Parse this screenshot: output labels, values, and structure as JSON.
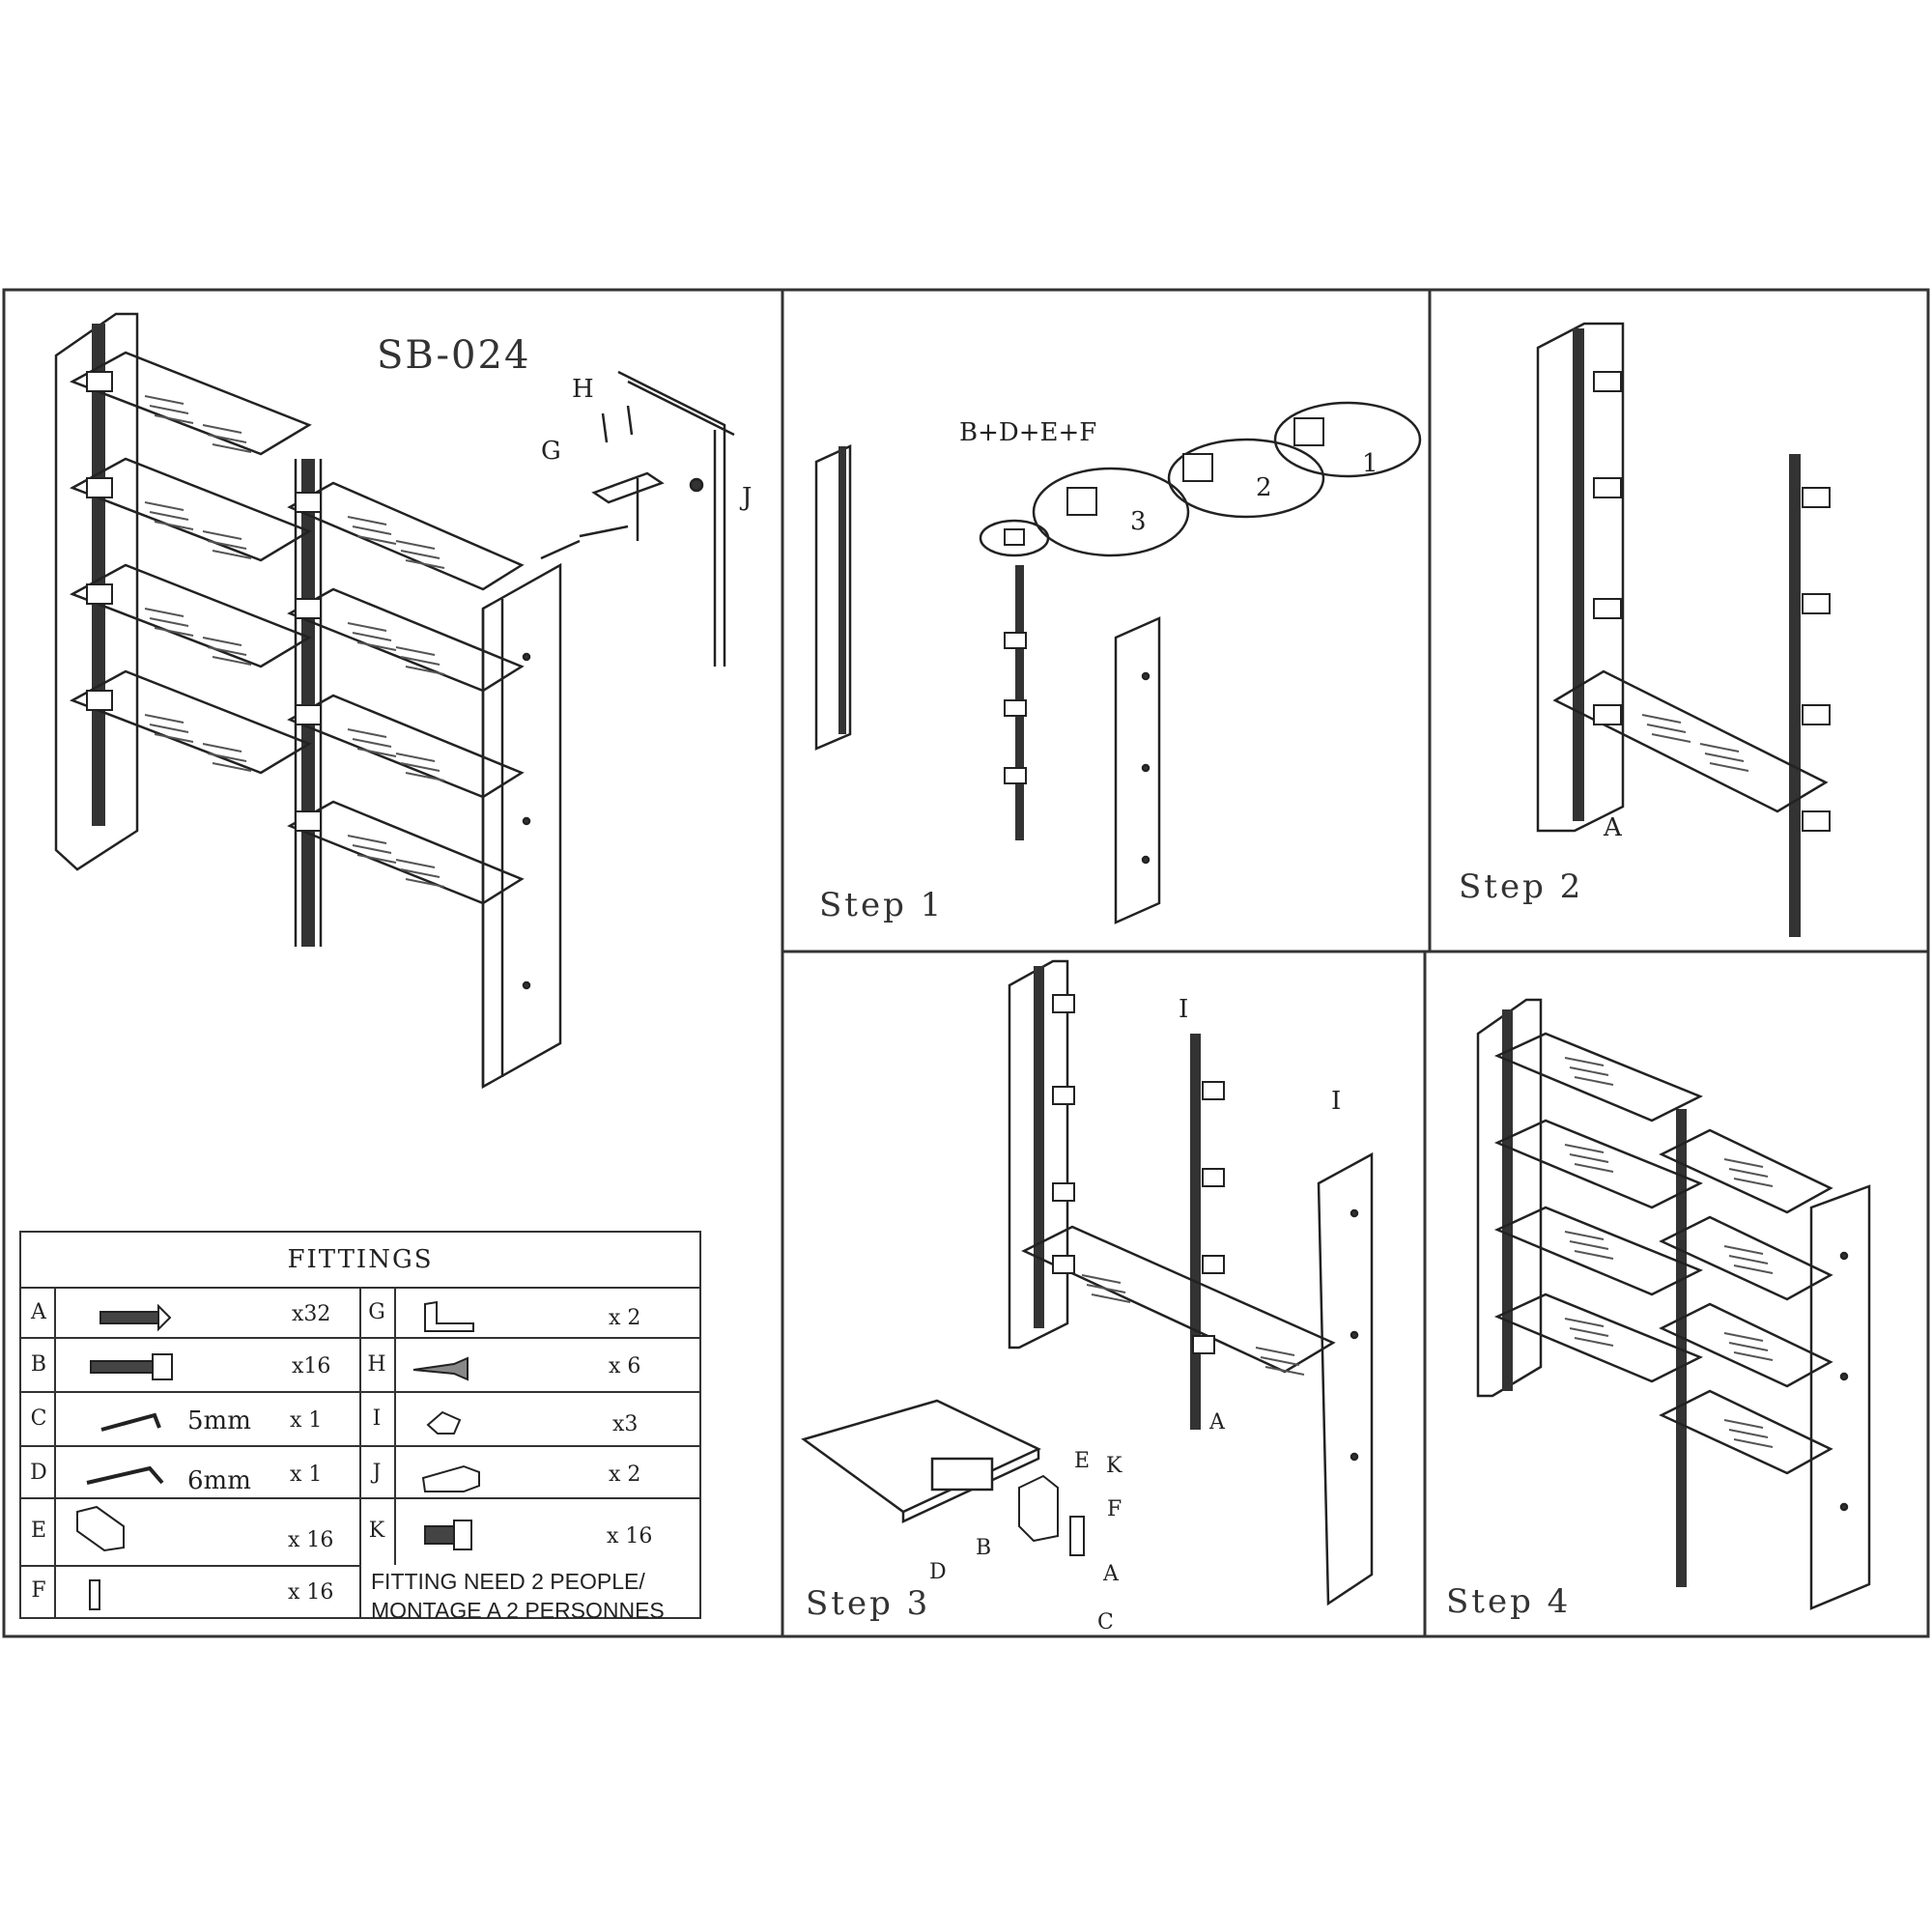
{
  "model_code": "SB-024",
  "steps": [
    "Step 1",
    "Step 2",
    "Step 3",
    "Step 4"
  ],
  "callouts": {
    "main": [
      "H",
      "G",
      "J"
    ],
    "step1_combo": "B+D+E+F",
    "step1_numbers": [
      "3",
      "2",
      "1"
    ],
    "step2": [
      "A"
    ],
    "step3": [
      "I",
      "I",
      "A",
      "E",
      "K",
      "F",
      "A",
      "C",
      "D",
      "B"
    ]
  },
  "fittings": {
    "title": "FITTINGS",
    "left": [
      {
        "letter": "A",
        "qty": "x32",
        "icon": "countersunk-bolt-icon"
      },
      {
        "letter": "B",
        "qty": "x16",
        "icon": "cap-bolt-icon"
      },
      {
        "letter": "C",
        "size": "5mm",
        "qty": "x 1",
        "icon": "allen-key-icon"
      },
      {
        "letter": "D",
        "size": "6mm",
        "qty": "x 1",
        "icon": "allen-key-icon"
      },
      {
        "letter": "E",
        "qty": "x 16",
        "icon": "angle-bracket-icon"
      },
      {
        "letter": "F",
        "qty": "x 16",
        "icon": "plate-icon"
      }
    ],
    "right": [
      {
        "letter": "G",
        "qty": "x 2",
        "icon": "wall-bracket-icon"
      },
      {
        "letter": "H",
        "qty": "x 6",
        "icon": "wood-screw-icon"
      },
      {
        "letter": "I",
        "qty": "x3",
        "icon": "cap-icon"
      },
      {
        "letter": "J",
        "qty": "x 2",
        "icon": "wall-plug-icon"
      },
      {
        "letter": "K",
        "qty": "x 16",
        "icon": "socket-bolt-icon"
      }
    ],
    "note_line1": "FITTING NEED 2 PEOPLE/",
    "note_line2": "MONTAGE A 2 PERSONNES"
  }
}
